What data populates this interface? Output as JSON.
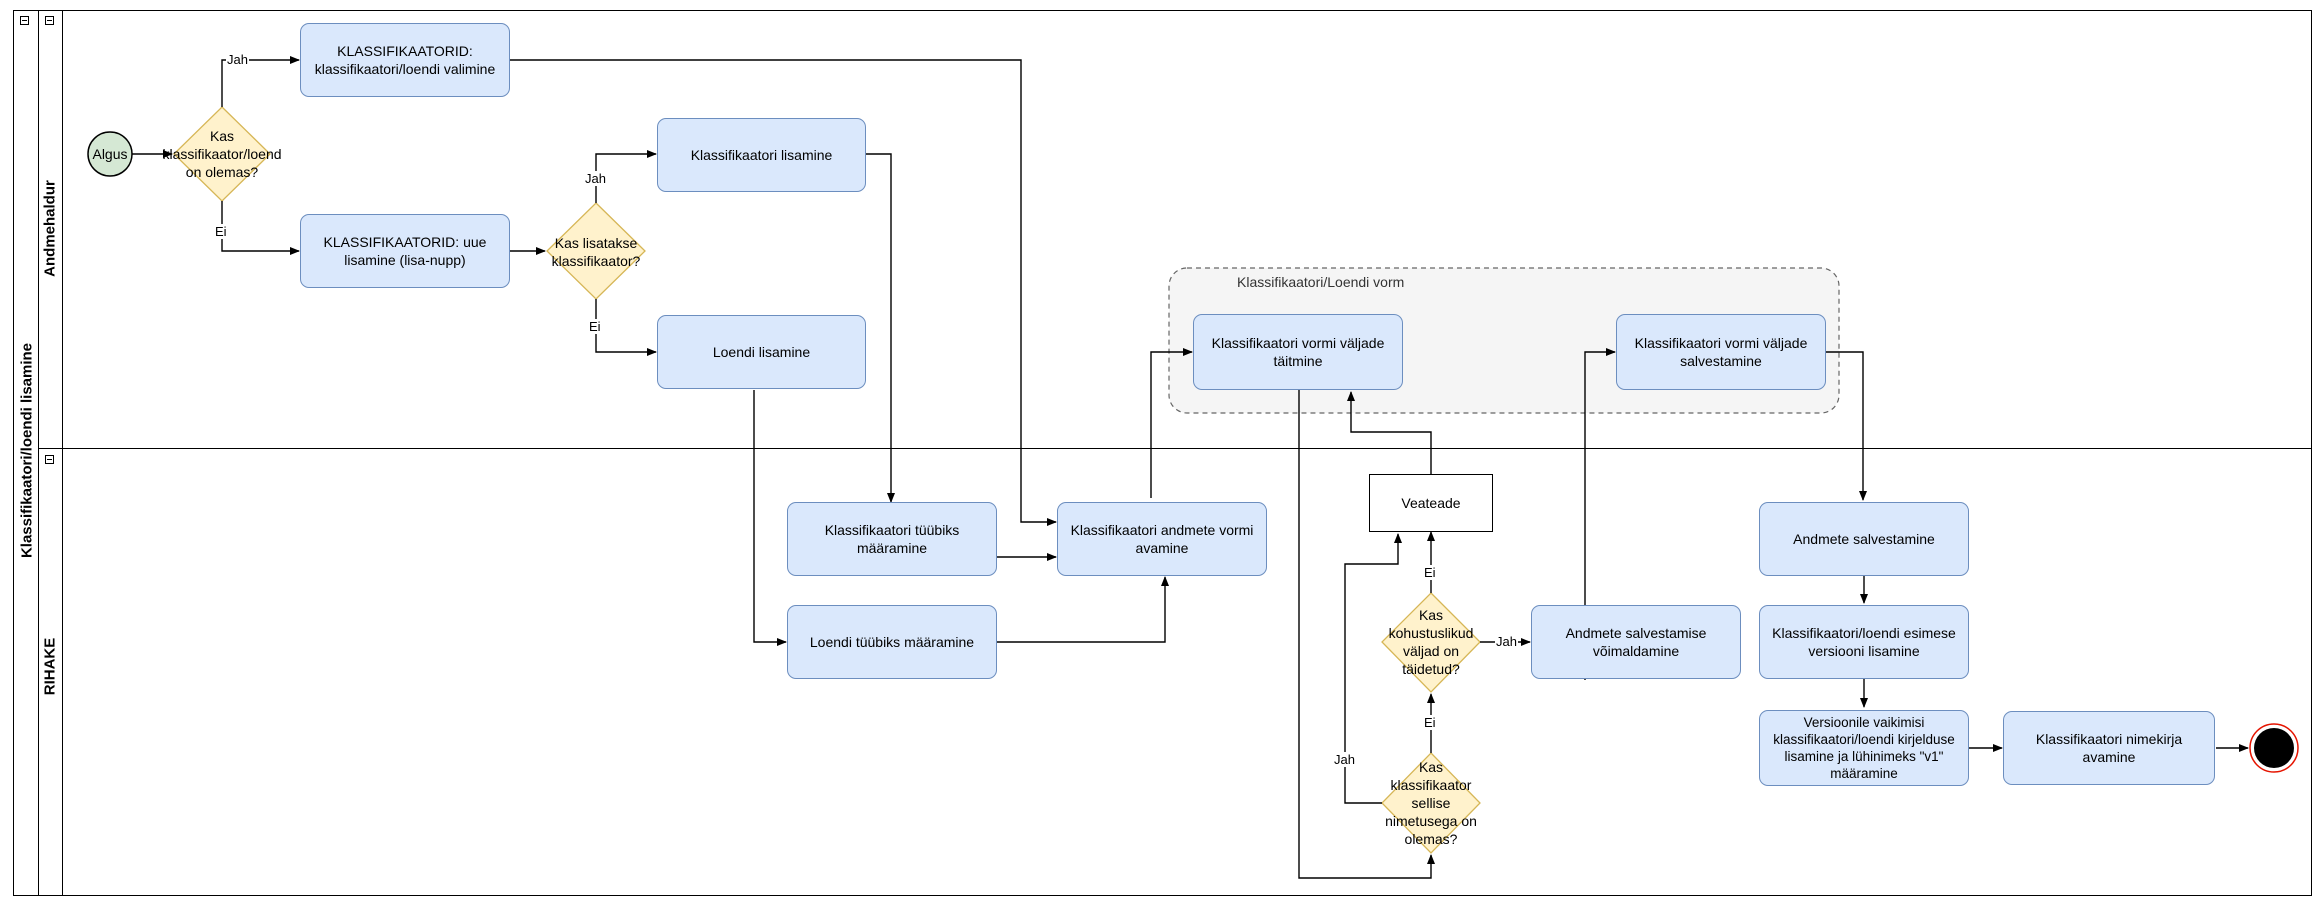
{
  "pool": {
    "title": "Klassifikaatori/loendi lisamine"
  },
  "lanes": {
    "top": "Andmehaldur",
    "bottom": "RIHAKE"
  },
  "start": {
    "label": "Algus"
  },
  "group": {
    "label": "Klassifikaatori/Loendi vorm"
  },
  "decisions": {
    "exists": "Kas klassifikaator/loend on olemas?",
    "add_classifier": "Kas lisatakse klassifikaator?",
    "required": "Kas kohustuslikud väljad on täidetud?",
    "name_exists": "Kas klassifikaator sellise nimetusega on olemas?"
  },
  "tasks": {
    "select": "KLASSIFIKAATORID: klassifikaatori/loendi valimine",
    "new": "KLASSIFIKAATORID: uue lisamine (lisa-nupp)",
    "add_classifier": "Klassifikaatori lisamine",
    "add_list": "Loendi lisamine",
    "fill_form": "Klassifikaatori vormi väljade täitmine",
    "save_form": "Klassifikaatori vormi väljade salvestamine",
    "type_classifier": "Klassifikaatori tüübiks määramine",
    "open_form": "Klassifikaatori andmete vormi avamine",
    "type_list": "Loendi tüübiks määramine",
    "error": "Veateade",
    "enable_save": "Andmete salvestamise võimaldamine",
    "save_data": "Andmete salvestamine",
    "first_version": "Klassifikaatori/loendi esimese versiooni lisamine",
    "default_version": "Versioonile vaikimisi klassifikaatori/loendi kirjelduse lisamine ja lühinimeks \"v1\" määramine",
    "open_list": "Klassifikaatori nimekirja avamine"
  },
  "edge_labels": {
    "yes": "Jah",
    "no": "Ei"
  }
}
